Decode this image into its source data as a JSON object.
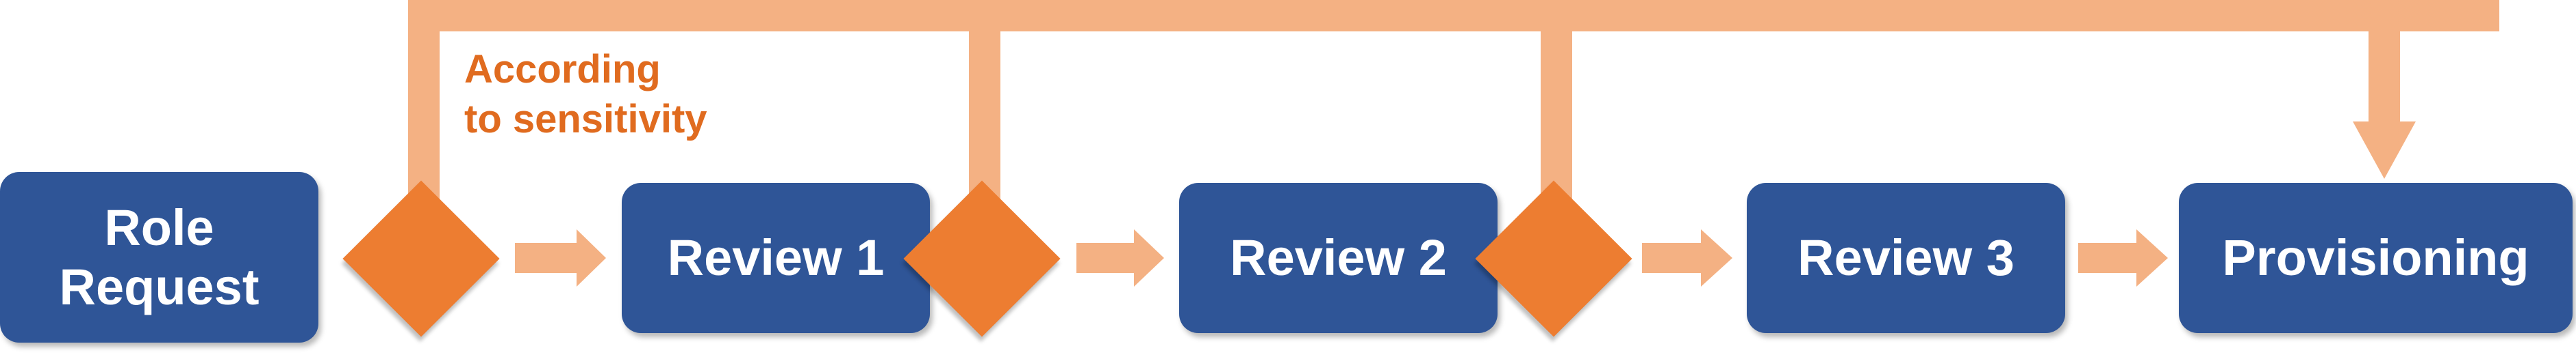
{
  "colors": {
    "box_fill": "#2f5597",
    "box_text": "#ffffff",
    "decision_fill": "#ed7d31",
    "connector": "#f4b183",
    "note_text": "#e06b1f"
  },
  "note": {
    "line1": "According",
    "line2": "to sensitivity"
  },
  "nodes": {
    "role_request": {
      "line1": "Role",
      "line2": "Request"
    },
    "review_1": "Review 1",
    "review_2": "Review 2",
    "review_3": "Review 3",
    "provisioning": "Provisioning"
  }
}
